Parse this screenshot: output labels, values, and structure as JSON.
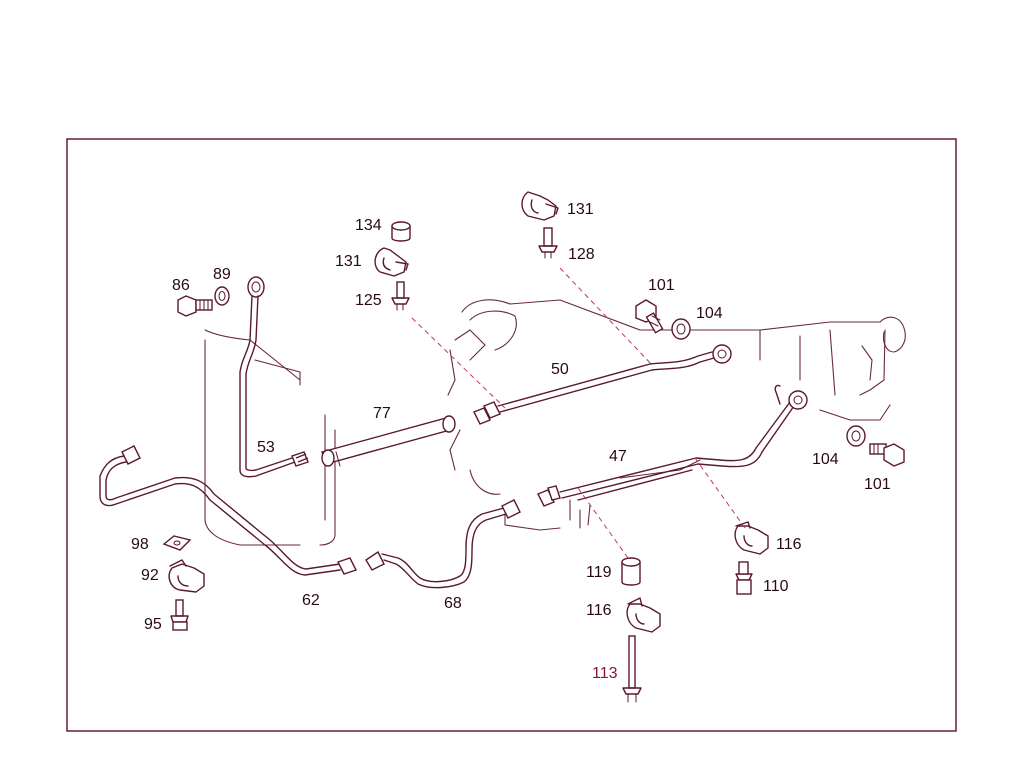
{
  "colors": {
    "line": "#5a1a2a",
    "frame": "#5a1020",
    "leader": "#c0395a",
    "label": "#2a0a12"
  },
  "labels": {
    "p131a": "131",
    "p128": "128",
    "p134": "134",
    "p131b": "131",
    "p125": "125",
    "p86": "86",
    "p89": "89",
    "p101a": "101",
    "p104a": "104",
    "p50": "50",
    "p77": "77",
    "p53": "53",
    "p47": "47",
    "p104b": "104",
    "p101b": "101",
    "p116a": "116",
    "p110": "110",
    "p98": "98",
    "p92": "92",
    "p95": "95",
    "p62": "62",
    "p68": "68",
    "p119": "119",
    "p116b": "116",
    "p113": "113"
  }
}
